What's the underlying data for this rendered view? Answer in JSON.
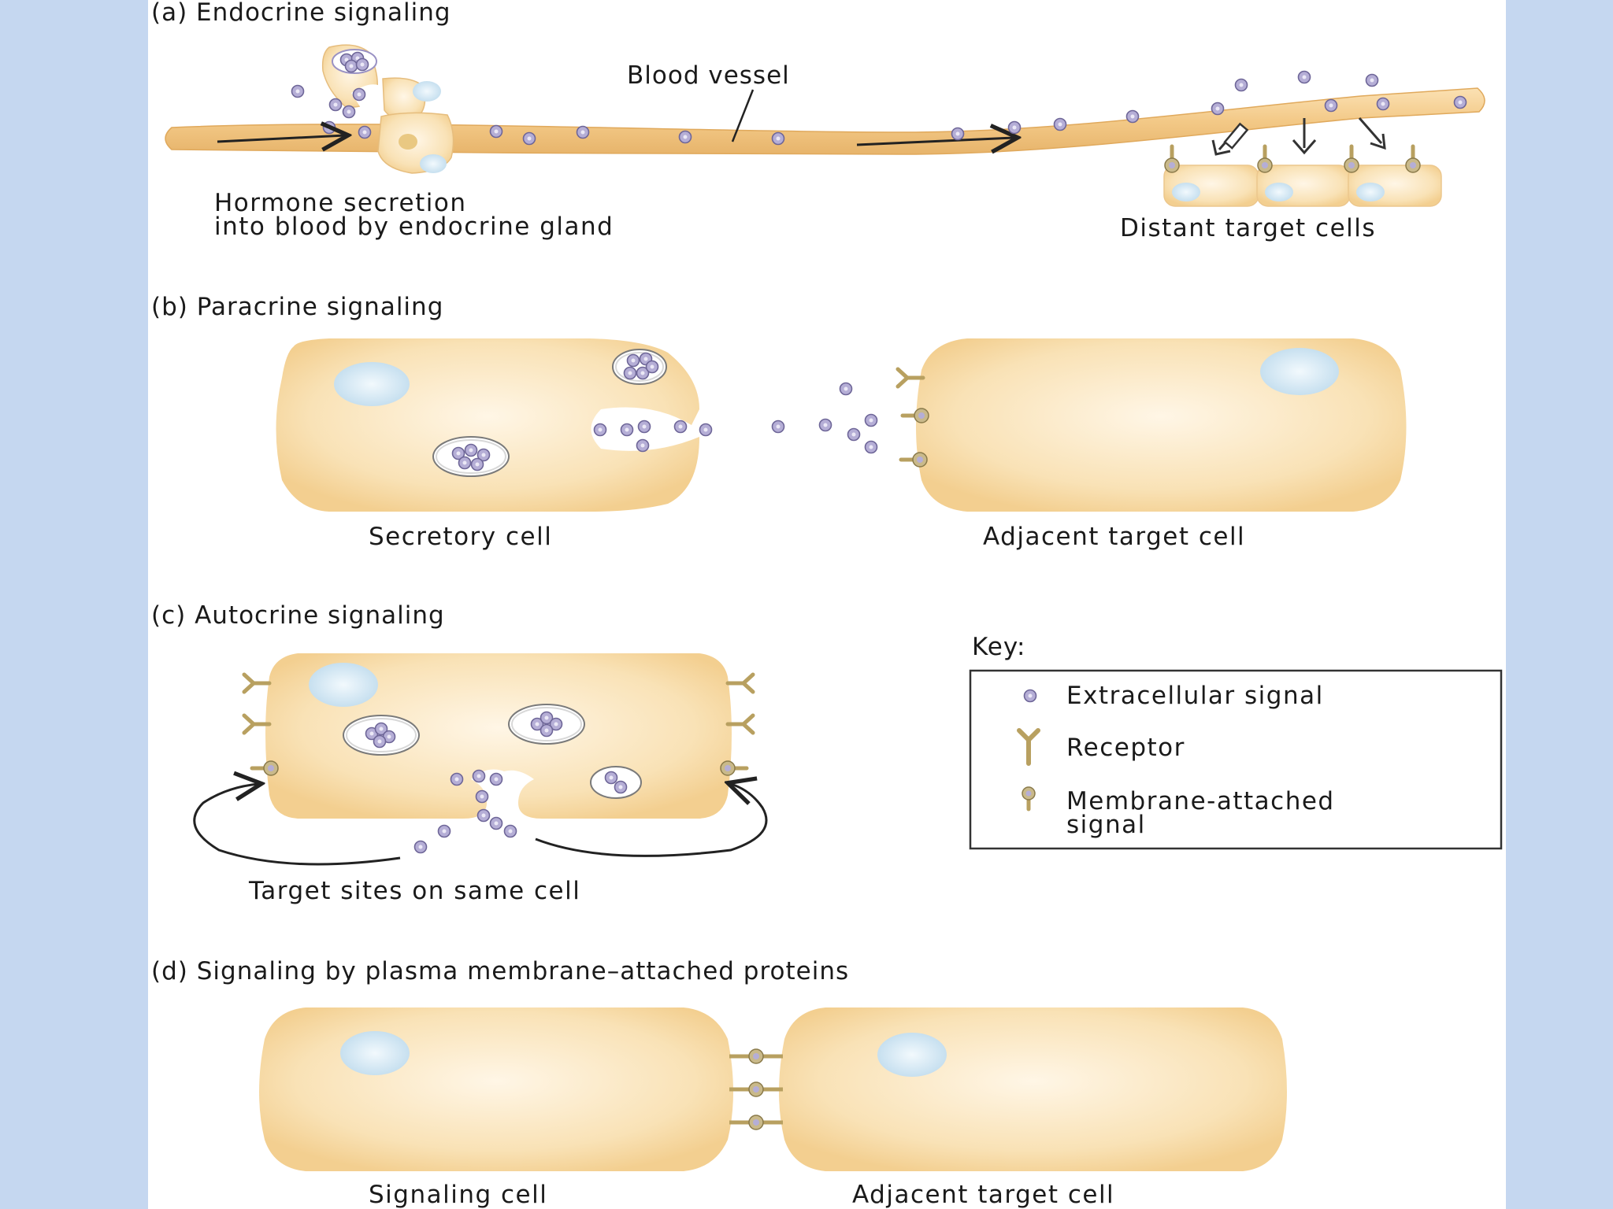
{
  "panels": {
    "a": {
      "heading": "(a)  Endocrine signaling",
      "blood_vessel": "Blood vessel",
      "gland_caption_line1": "Hormone secretion",
      "gland_caption_line2": "into blood by endocrine gland",
      "targets_caption": "Distant target cells"
    },
    "b": {
      "heading": "(b)  Paracrine signaling",
      "secretory_caption": "Secretory cell",
      "target_caption": "Adjacent target cell"
    },
    "c": {
      "heading": "(c)  Autocrine signaling",
      "caption": "Target sites on same cell"
    },
    "d": {
      "heading": "(d)  Signaling by plasma membrane–attached proteins",
      "signaling_caption": "Signaling cell",
      "target_caption": "Adjacent target cell"
    }
  },
  "key": {
    "title": "Key:",
    "items": [
      {
        "label": "Extracellular signal",
        "icon": "extracellular-signal-icon"
      },
      {
        "label": "Receptor",
        "icon": "receptor-icon"
      },
      {
        "label_line1": "Membrane-attached",
        "label_line2": "signal",
        "icon": "membrane-attached-signal-icon"
      }
    ]
  },
  "colors": {
    "background": "#c5d7f0",
    "cell_fill": "#f8dfae",
    "cell_light": "#fdf1d8",
    "nucleus": "#cfe6f2",
    "signal": "#9a92c4",
    "vessel": "#f1c98a"
  }
}
